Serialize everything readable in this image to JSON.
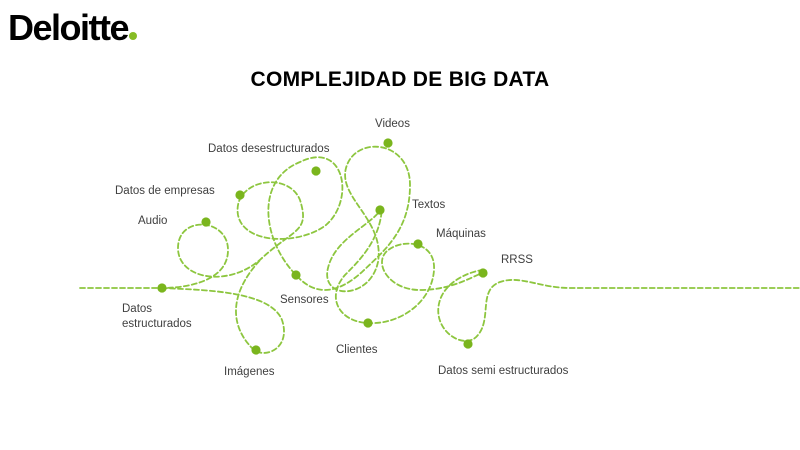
{
  "logo": {
    "text": "Deloitte",
    "dot_color": "#86BC25"
  },
  "title": "COMPLEJIDAD DE BIG DATA",
  "colors": {
    "path": "#8DC63F",
    "node": "#7AB51D",
    "label": "#404040"
  },
  "nodes": [
    {
      "id": "datos-estructurados",
      "label_lines": [
        "Datos",
        "estructurados"
      ]
    },
    {
      "id": "audio",
      "label_lines": [
        "Audio"
      ]
    },
    {
      "id": "datos-de-empresas",
      "label_lines": [
        "Datos de empresas"
      ]
    },
    {
      "id": "datos-desestructurados",
      "label_lines": [
        "Datos desestructurados"
      ]
    },
    {
      "id": "videos",
      "label_lines": [
        "Videos"
      ]
    },
    {
      "id": "textos",
      "label_lines": [
        "Textos"
      ]
    },
    {
      "id": "maquinas",
      "label_lines": [
        "Máquinas"
      ]
    },
    {
      "id": "rrss",
      "label_lines": [
        "RRSS"
      ]
    },
    {
      "id": "imagenes",
      "label_lines": [
        "Imágenes"
      ]
    },
    {
      "id": "sensores",
      "label_lines": [
        "Sensores"
      ]
    },
    {
      "id": "clientes",
      "label_lines": [
        "Clientes"
      ]
    },
    {
      "id": "datos-semi-estructurados",
      "label_lines": [
        "Datos semi estructurados"
      ]
    }
  ]
}
